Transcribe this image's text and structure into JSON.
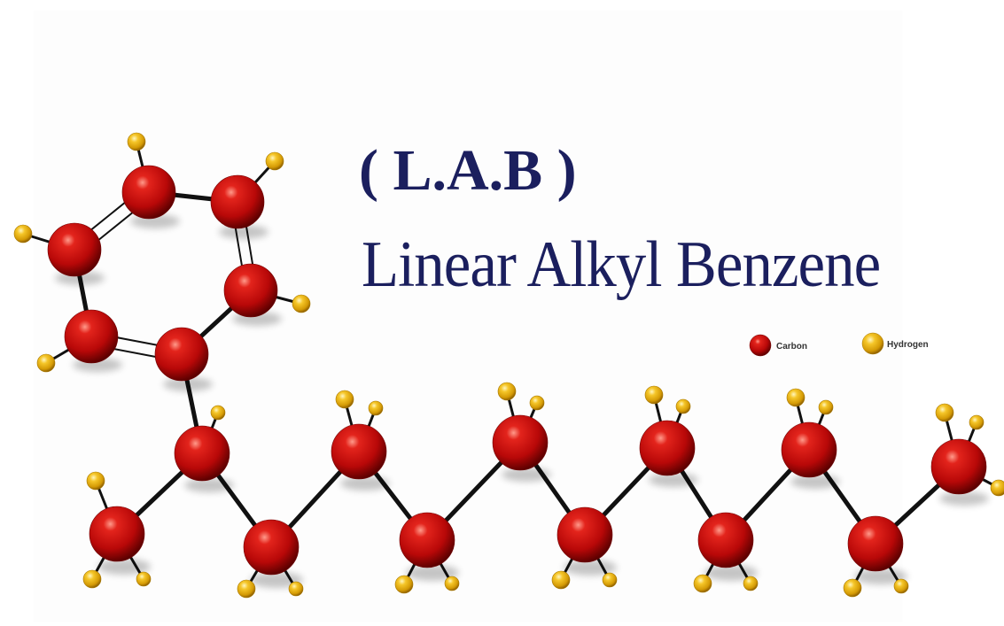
{
  "title": {
    "abbreviation": "( L.A.B )",
    "full_name": "Linear Alkyl Benzene"
  },
  "legend": {
    "carbon_label": "Carbon",
    "hydrogen_label": "Hydrogen"
  },
  "colors": {
    "text": "#1b1f5e",
    "carbon": "#c40d0d",
    "carbon_dark": "#6e0000",
    "hydrogen": "#f2c21a",
    "hydrogen_dark": "#a77800",
    "bond": "#111111",
    "legend_text": "#333333"
  }
}
